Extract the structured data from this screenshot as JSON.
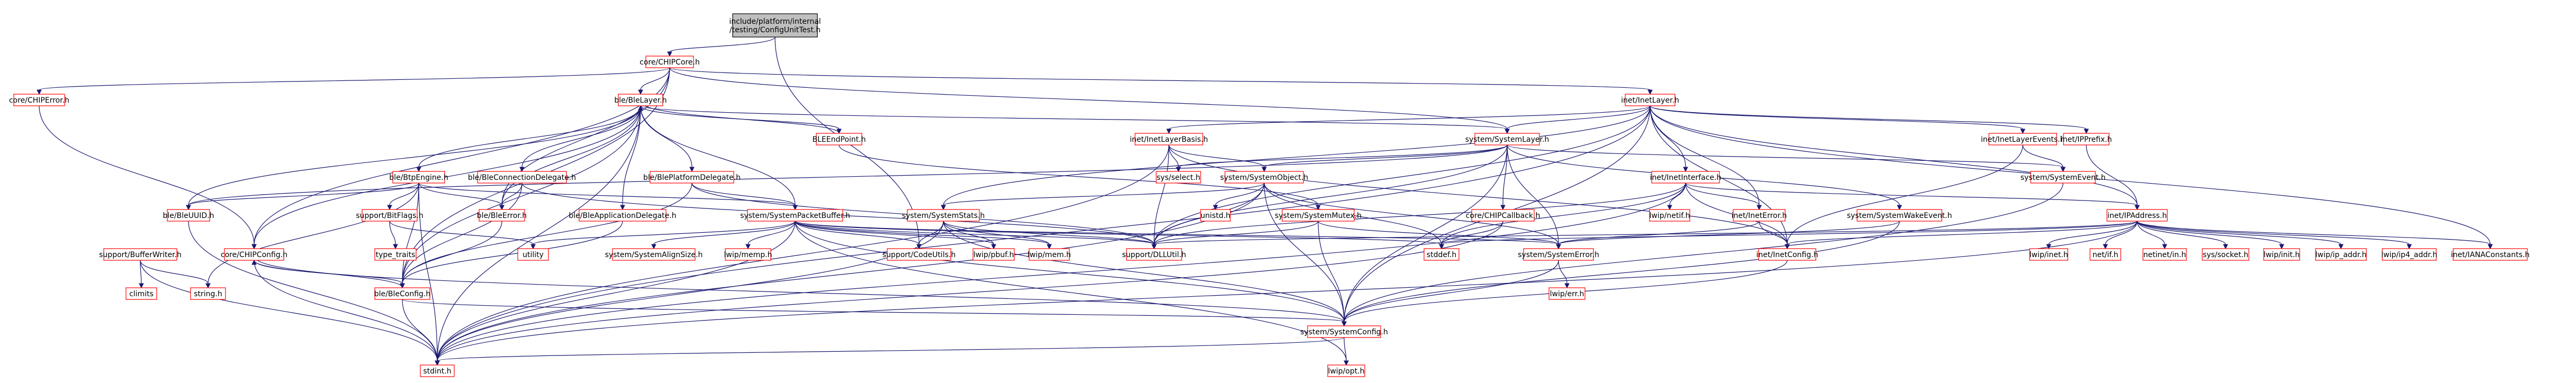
{
  "colors": {
    "edge": "#191970",
    "node_border": "#ff0000",
    "node_fill": "#ffffff",
    "root_fill": "#bfbfbf",
    "root_border": "#000000",
    "text": "#000000"
  },
  "root": {
    "id": "root",
    "label_lines": [
      "include/platform/internal",
      "/testing/ConfigUnitTest.h"
    ]
  },
  "nodes": [
    {
      "id": "chipcore",
      "label": "core/CHIPCore.h"
    },
    {
      "id": "chiperror",
      "label": "core/CHIPError.h"
    },
    {
      "id": "blelayer",
      "label": "ble/BleLayer.h"
    },
    {
      "id": "inetlayer",
      "label": "inet/InetLayer.h"
    },
    {
      "id": "bleendpoint",
      "label": "BLEEndPoint.h"
    },
    {
      "id": "systemlayer",
      "label": "system/SystemLayer.h"
    },
    {
      "id": "inetlayerbasis",
      "label": "inet/InetLayerBasis.h"
    },
    {
      "id": "inetlayerevents",
      "label": "inet/InetLayerEvents.h"
    },
    {
      "id": "ipprefix",
      "label": "inet/IPPrefix.h"
    },
    {
      "id": "btpengine",
      "label": "ble/BtpEngine.h"
    },
    {
      "id": "bleconnectiondelegate",
      "label": "ble/BleConnectionDelegate.h"
    },
    {
      "id": "bleplatformdelegate",
      "label": "ble/BlePlatformDelegate.h"
    },
    {
      "id": "sysselect",
      "label": "sys/select.h"
    },
    {
      "id": "systemobject",
      "label": "system/SystemObject.h"
    },
    {
      "id": "systemevent",
      "label": "system/SystemEvent.h"
    },
    {
      "id": "inetinterface",
      "label": "inet/InetInterface.h"
    },
    {
      "id": "bleuuid",
      "label": "ble/BleUUID.h"
    },
    {
      "id": "bitflags",
      "label": "support/BitFlags.h"
    },
    {
      "id": "bleerror",
      "label": "ble/BleError.h"
    },
    {
      "id": "bleappdelegate",
      "label": "ble/BleApplicationDelegate.h"
    },
    {
      "id": "packetbuffer",
      "label": "system/SystemPacketBuffer.h"
    },
    {
      "id": "systemstats",
      "label": "system/SystemStats.h"
    },
    {
      "id": "unistd",
      "label": "unistd.h"
    },
    {
      "id": "systemmutex",
      "label": "system/SystemMutex.h"
    },
    {
      "id": "chipcallback",
      "label": "core/CHIPCallback.h"
    },
    {
      "id": "lwipnetif",
      "label": "lwip/netif.h"
    },
    {
      "id": "ineterror",
      "label": "inet/InetError.h"
    },
    {
      "id": "systemwakeevent",
      "label": "system/SystemWakeEvent.h"
    },
    {
      "id": "ipaddress",
      "label": "inet/IPAddress.h"
    },
    {
      "id": "bufferwriter",
      "label": "support/BufferWriter.h"
    },
    {
      "id": "typetraits",
      "label": "type_traits"
    },
    {
      "id": "chipconfig",
      "label": "core/CHIPConfig.h"
    },
    {
      "id": "utility",
      "label": "utility"
    },
    {
      "id": "systemalignsize",
      "label": "system/SystemAlignSize.h"
    },
    {
      "id": "lwipmemp",
      "label": "lwip/memp.h"
    },
    {
      "id": "codeutils",
      "label": "support/CodeUtils.h"
    },
    {
      "id": "lwippbuf",
      "label": "lwip/pbuf.h"
    },
    {
      "id": "lwipmem",
      "label": "lwip/mem.h"
    },
    {
      "id": "dlluitil",
      "label": "support/DLLUtil.h"
    },
    {
      "id": "stddef",
      "label": "stddef.h"
    },
    {
      "id": "systemerror",
      "label": "system/SystemError.h"
    },
    {
      "id": "inetconfig",
      "label": "inet/InetConfig.h"
    },
    {
      "id": "lwipinet",
      "label": "lwip/inet.h"
    },
    {
      "id": "netif",
      "label": "net/if.h"
    },
    {
      "id": "netinetin",
      "label": "netinet/in.h"
    },
    {
      "id": "syssocket",
      "label": "sys/socket.h"
    },
    {
      "id": "lwipinit",
      "label": "lwip/init.h"
    },
    {
      "id": "lwipipaddr",
      "label": "lwip/ip_addr.h"
    },
    {
      "id": "lwipip4addr",
      "label": "lwip/ip4_addr.h"
    },
    {
      "id": "ianaconstants",
      "label": "inet/IANAConstants.h"
    },
    {
      "id": "climits",
      "label": "climits"
    },
    {
      "id": "stringh",
      "label": "string.h"
    },
    {
      "id": "bleconfig",
      "label": "ble/BleConfig.h"
    },
    {
      "id": "lwiperr",
      "label": "lwip/err.h"
    },
    {
      "id": "systemconfig",
      "label": "system/SystemConfig.h"
    },
    {
      "id": "stdint",
      "label": "stdint.h"
    },
    {
      "id": "lwipopt",
      "label": "lwip/opt.h"
    }
  ],
  "edges": [
    [
      "root",
      "chipcore"
    ],
    [
      "root",
      "codeutils"
    ],
    [
      "chipcore",
      "chiperror"
    ],
    [
      "chipcore",
      "blelayer"
    ],
    [
      "chipcore",
      "inetlayer"
    ],
    [
      "chipcore",
      "systemlayer"
    ],
    [
      "chipcore",
      "chipconfig"
    ],
    [
      "chipcore",
      "bleconfig"
    ],
    [
      "chipcore",
      "bleerror"
    ],
    [
      "chiperror",
      "chipconfig"
    ],
    [
      "blelayer",
      "bleendpoint"
    ],
    [
      "blelayer",
      "systemlayer"
    ],
    [
      "blelayer",
      "btpengine"
    ],
    [
      "blelayer",
      "bleconnectiondelegate"
    ],
    [
      "blelayer",
      "bleplatformdelegate"
    ],
    [
      "blelayer",
      "bleuuid"
    ],
    [
      "blelayer",
      "bleerror"
    ],
    [
      "blelayer",
      "bleappdelegate"
    ],
    [
      "blelayer",
      "packetbuffer"
    ],
    [
      "blelayer",
      "bleconfig"
    ],
    [
      "blelayer",
      "chipconfig"
    ],
    [
      "blelayer",
      "stdint"
    ],
    [
      "bleendpoint",
      "blelayer"
    ],
    [
      "bleendpoint",
      "systemmutex"
    ],
    [
      "inetlayer",
      "inetlayerbasis"
    ],
    [
      "inetlayer",
      "systemlayer"
    ],
    [
      "inetlayer",
      "inetlayerevents"
    ],
    [
      "inetlayer",
      "ipprefix"
    ],
    [
      "inetlayer",
      "inetinterface"
    ],
    [
      "inetlayer",
      "ineterror"
    ],
    [
      "inetlayer",
      "ipaddress"
    ],
    [
      "inetlayer",
      "systemstats"
    ],
    [
      "inetlayer",
      "inetconfig"
    ],
    [
      "inetlayer",
      "ianaconstants"
    ],
    [
      "inetlayer",
      "dlluitil"
    ],
    [
      "inetlayer",
      "systemconfig"
    ],
    [
      "inetlayer",
      "stdint"
    ],
    [
      "systemlayer",
      "sysselect"
    ],
    [
      "systemlayer",
      "systemobject"
    ],
    [
      "systemlayer",
      "systemevent"
    ],
    [
      "systemlayer",
      "chipcallback"
    ],
    [
      "systemlayer",
      "systemwakeevent"
    ],
    [
      "systemlayer",
      "systemerror"
    ],
    [
      "systemlayer",
      "dlluitil"
    ],
    [
      "systemlayer",
      "systemconfig"
    ],
    [
      "systemlayer",
      "bleuuid"
    ],
    [
      "inetlayerbasis",
      "sysselect"
    ],
    [
      "inetlayerbasis",
      "systemobject"
    ],
    [
      "inetlayerbasis",
      "dlluitil"
    ],
    [
      "inetlayerbasis",
      "inetconfig"
    ],
    [
      "inetlayerbasis",
      "stdint"
    ],
    [
      "inetlayerevents",
      "systemevent"
    ],
    [
      "inetlayerevents",
      "inetconfig"
    ],
    [
      "ipprefix",
      "ipaddress"
    ],
    [
      "btpengine",
      "bitflags"
    ],
    [
      "btpengine",
      "bleerror"
    ],
    [
      "btpengine",
      "bleconfig"
    ],
    [
      "btpengine",
      "packetbuffer"
    ],
    [
      "btpengine",
      "bleuuid"
    ],
    [
      "btpengine",
      "stdint"
    ],
    [
      "btpengine",
      "stringh"
    ],
    [
      "bleconnectiondelegate",
      "bleerror"
    ],
    [
      "bleconnectiondelegate",
      "bleconfig"
    ],
    [
      "bleconnectiondelegate",
      "dlluitil"
    ],
    [
      "bleplatformdelegate",
      "packetbuffer"
    ],
    [
      "bleplatformdelegate",
      "bleconfig"
    ],
    [
      "bleplatformdelegate",
      "dlluitil"
    ],
    [
      "systemobject",
      "systemstats"
    ],
    [
      "systemobject",
      "unistd"
    ],
    [
      "systemobject",
      "systemerror"
    ],
    [
      "systemobject",
      "stddef"
    ],
    [
      "systemobject",
      "dlluitil"
    ],
    [
      "systemobject",
      "systemconfig"
    ],
    [
      "systemobject",
      "stdint"
    ],
    [
      "systemevent",
      "systemconfig"
    ],
    [
      "inetinterface",
      "lwipnetif"
    ],
    [
      "inetinterface",
      "ineterror"
    ],
    [
      "inetinterface",
      "inetconfig"
    ],
    [
      "inetinterface",
      "ipaddress"
    ],
    [
      "inetinterface",
      "dlluitil"
    ],
    [
      "inetinterface",
      "stddef"
    ],
    [
      "inetinterface",
      "stdint"
    ],
    [
      "bleuuid",
      "stdint"
    ],
    [
      "bitflags",
      "typetraits"
    ],
    [
      "bitflags",
      "utility"
    ],
    [
      "bleerror",
      "bleconfig"
    ],
    [
      "bleappdelegate",
      "bleconfig"
    ],
    [
      "packetbuffer",
      "systemalignsize"
    ],
    [
      "packetbuffer",
      "lwipmemp"
    ],
    [
      "packetbuffer",
      "codeutils"
    ],
    [
      "packetbuffer",
      "lwippbuf"
    ],
    [
      "packetbuffer",
      "lwipmem"
    ],
    [
      "packetbuffer",
      "dlluitil"
    ],
    [
      "packetbuffer",
      "systemerror"
    ],
    [
      "packetbuffer",
      "systemconfig"
    ],
    [
      "packetbuffer",
      "utility"
    ],
    [
      "packetbuffer",
      "stddef"
    ],
    [
      "packetbuffer",
      "lwipopt"
    ],
    [
      "packetbuffer",
      "stdint"
    ],
    [
      "systemstats",
      "lwippbuf"
    ],
    [
      "systemstats",
      "lwipmem"
    ],
    [
      "systemstats",
      "dlluitil"
    ],
    [
      "systemstats",
      "systemconfig"
    ],
    [
      "systemstats",
      "stdint"
    ],
    [
      "systemstats",
      "codeutils"
    ],
    [
      "systemmutex",
      "dlluitil"
    ],
    [
      "systemmutex",
      "systemconfig"
    ],
    [
      "systemmutex",
      "systemerror"
    ],
    [
      "chipcallback",
      "stddef"
    ],
    [
      "chipcallback",
      "stdint"
    ],
    [
      "ineterror",
      "inetconfig"
    ],
    [
      "ineterror",
      "systemerror"
    ],
    [
      "systemwakeevent",
      "systemerror"
    ],
    [
      "systemwakeevent",
      "systemconfig"
    ],
    [
      "ipaddress",
      "lwipinet"
    ],
    [
      "ipaddress",
      "netif"
    ],
    [
      "ipaddress",
      "netinetin"
    ],
    [
      "ipaddress",
      "syssocket"
    ],
    [
      "ipaddress",
      "lwipinit"
    ],
    [
      "ipaddress",
      "lwipipaddr"
    ],
    [
      "ipaddress",
      "lwipip4addr"
    ],
    [
      "ipaddress",
      "ianaconstants"
    ],
    [
      "ipaddress",
      "inetconfig"
    ],
    [
      "ipaddress",
      "dlluitil"
    ],
    [
      "ipaddress",
      "stddef"
    ],
    [
      "ipaddress",
      "stdint"
    ],
    [
      "bufferwriter",
      "climits"
    ],
    [
      "bufferwriter",
      "stringh"
    ],
    [
      "bufferwriter",
      "stdint"
    ],
    [
      "chipconfig",
      "bleconfig"
    ],
    [
      "chipconfig",
      "systemconfig"
    ],
    [
      "chipconfig",
      "stdint"
    ],
    [
      "systemerror",
      "lwiperr"
    ],
    [
      "systemerror",
      "systemconfig"
    ],
    [
      "inetconfig",
      "systemconfig"
    ],
    [
      "bleconfig",
      "systemconfig"
    ],
    [
      "bleconfig",
      "stdint"
    ],
    [
      "bleconfig",
      "chipconfig"
    ],
    [
      "systemconfig",
      "lwipopt"
    ],
    [
      "systemconfig",
      "stdint"
    ]
  ]
}
